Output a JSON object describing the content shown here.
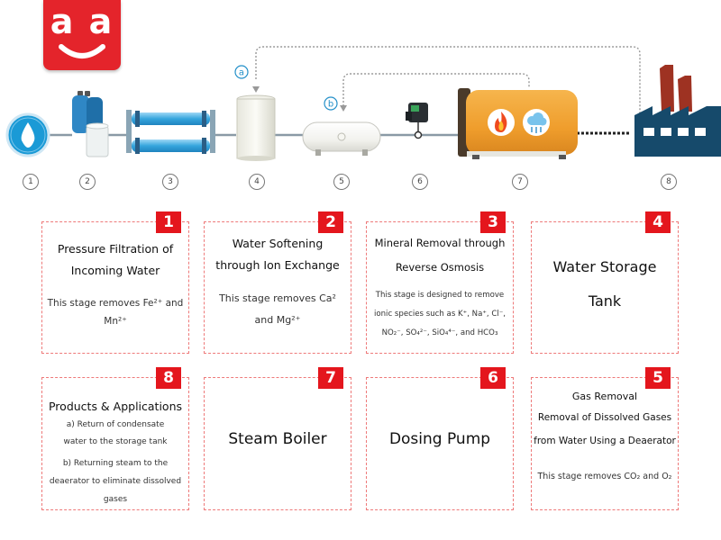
{
  "logo": {
    "text": "a a"
  },
  "markers": {
    "a": "a",
    "b": "b"
  },
  "steps": [
    "1",
    "2",
    "3",
    "4",
    "5",
    "6",
    "7",
    "8"
  ],
  "colors": {
    "card_border": "#ee7a7a",
    "badge": "#e4161d",
    "pipe": "#8a9aa6",
    "boiler": "#f0a033",
    "factory": "#164a6b",
    "chimney": "#9e3222",
    "water_drop": "#1a9ad6"
  },
  "icons": [
    "water-drop-icon",
    "filter-vessel-icon",
    "ro-membrane-icon",
    "storage-tank-icon",
    "deaerator-icon",
    "dosing-pump-icon",
    "flame-icon",
    "steam-icon",
    "factory-icon"
  ],
  "cards": {
    "c1": {
      "badge": "1",
      "title_l1": "Pressure Filtration of",
      "title_l2": "Incoming Water",
      "desc_l1": "This stage removes Fe²⁺ and",
      "desc_l2": "Mn²⁺"
    },
    "c2": {
      "badge": "2",
      "title_l1": "Water Softening",
      "title_l2": "through Ion Exchange",
      "desc_l1": "This stage removes Ca²",
      "desc_l2": "and Mg²⁺"
    },
    "c3": {
      "badge": "3",
      "title_l1": "Mineral Removal through",
      "title_l2": "Reverse Osmosis",
      "desc_l1": "This stage is designed to remove",
      "desc_l2": "ionic species such as K⁺, Na⁺, Cl⁻,",
      "desc_l3": "NO₂⁻, SO₄²⁻, SiO₄⁴⁻, and HCO₃"
    },
    "c4": {
      "badge": "4",
      "title_l1": "Water Storage",
      "title_l2": "Tank"
    },
    "c5": {
      "badge": "5",
      "title_l1": "Gas Removal",
      "title_l2": "Removal of Dissolved Gases",
      "title_l3": "from Water Using a Deaerator",
      "desc_l1": "This stage removes CO₂ and O₂"
    },
    "c6": {
      "badge": "6",
      "title_l1": "Dosing Pump"
    },
    "c7": {
      "badge": "7",
      "title_l1": "Steam Boiler"
    },
    "c8": {
      "badge": "8",
      "title_l1": "Products & Applications",
      "desc_l1": "a)  Return  of  condensate",
      "desc_l2": "water to the storage tank",
      "desc_l3": "b) Returning steam to the",
      "desc_l4": "deaerator to eliminate dissolved",
      "desc_l5": "gases"
    }
  }
}
